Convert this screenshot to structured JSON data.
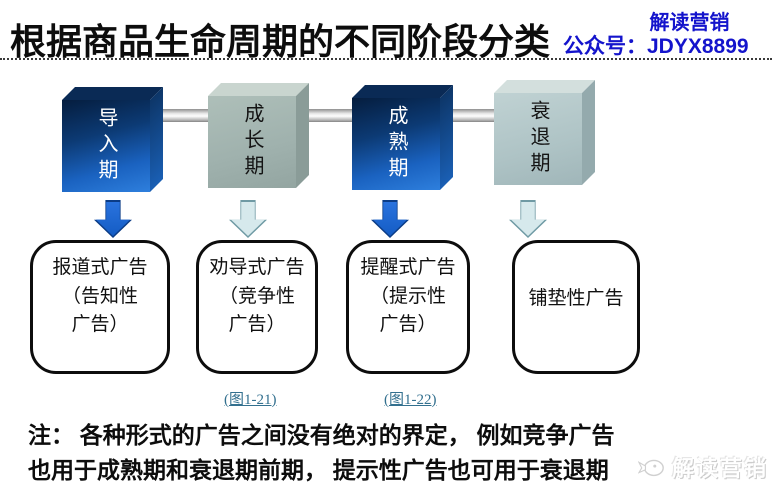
{
  "header": {
    "title": "根据商品生命周期的不同阶段分类",
    "brand_name": "解读营销",
    "account_id": "公众号：JDYX8899"
  },
  "stages": [
    {
      "label": "导入期",
      "theme": "blue"
    },
    {
      "label": "成长期",
      "theme": "sage"
    },
    {
      "label": "成熟期",
      "theme": "blue"
    },
    {
      "label": "衰退期",
      "theme": "light"
    }
  ],
  "ad_types": [
    {
      "line1": "报道式广告",
      "line2": "（告知性",
      "line3": "广告）"
    },
    {
      "line1": "劝导式广告",
      "line2": "（竞争性",
      "line3": "广告）",
      "figure_link": "(图1-21)"
    },
    {
      "line1": "提醒式广告",
      "line2": "（提示性",
      "line3": "广告）",
      "figure_link": "(图1-22)"
    },
    {
      "line1": "铺垫性广告"
    }
  ],
  "note": {
    "line1": "注： 各种形式的广告之间没有绝对的界定， 例如竞争广告",
    "line2": "也用于成熟期和衰退期前期， 提示性广告也可用于衰退期"
  },
  "watermark": {
    "brand_name": "解读营销"
  },
  "colors": {
    "brand_blue": "#1414cc",
    "cube_blue_dark": "#0a2750",
    "cube_blue_bright": "#2e7fdd",
    "cube_sage": "#9fb1ad",
    "cube_light": "#aec3c5",
    "arrow_blue": "#145cc4",
    "arrow_pale": "#d6e9ec",
    "figure_link_color": "#33708f"
  }
}
